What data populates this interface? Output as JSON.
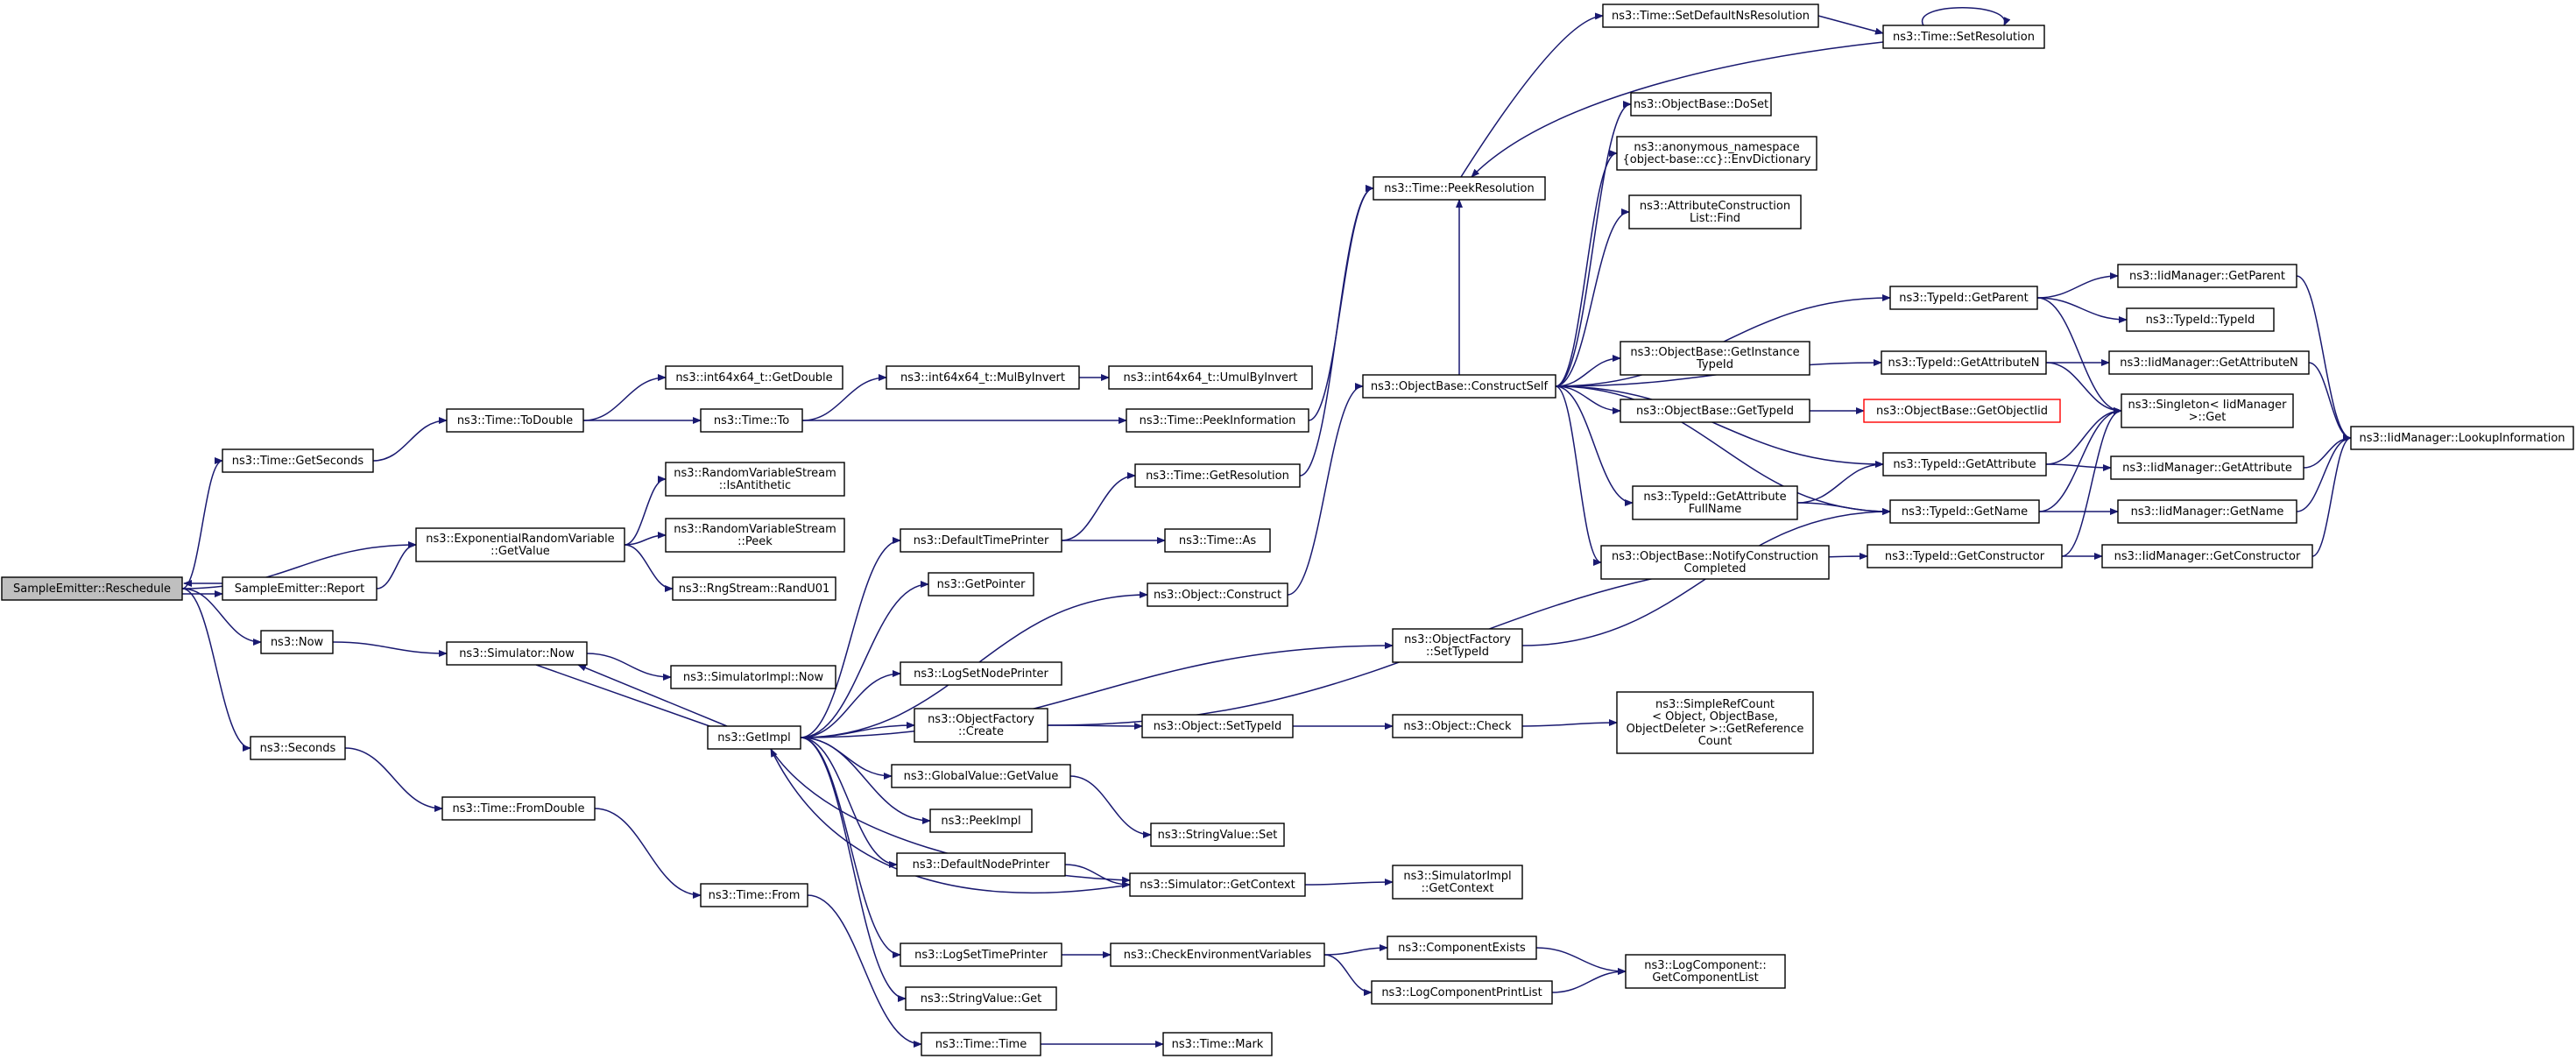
{
  "title": "",
  "diagram": {
    "nodes": [
      {
        "id": "n0",
        "lines": [
          "SampleEmitter::Reschedule"
        ],
        "root": true
      },
      {
        "id": "n1",
        "lines": [
          "SampleEmitter::Report"
        ]
      },
      {
        "id": "n2",
        "lines": [
          "ns3::Time::GetSeconds"
        ]
      },
      {
        "id": "n3",
        "lines": [
          "ns3::Now"
        ]
      },
      {
        "id": "n4",
        "lines": [
          "ns3::Seconds"
        ]
      },
      {
        "id": "n5",
        "lines": [
          "ns3::Time::ToDouble"
        ]
      },
      {
        "id": "n6",
        "lines": [
          "ns3::int64x64_t::GetDouble"
        ]
      },
      {
        "id": "n7",
        "lines": [
          "ns3::Time::To"
        ]
      },
      {
        "id": "n8",
        "lines": [
          "ns3::int64x64_t::MulByInvert"
        ]
      },
      {
        "id": "n9",
        "lines": [
          "ns3::int64x64_t::UmulByInvert"
        ]
      },
      {
        "id": "n10",
        "lines": [
          "ns3::Time::PeekInformation"
        ]
      },
      {
        "id": "n11",
        "lines": [
          "ns3::ExponentialRandomVariable",
          "::GetValue"
        ]
      },
      {
        "id": "n12",
        "lines": [
          "ns3::RandomVariableStream",
          "::IsAntithetic"
        ]
      },
      {
        "id": "n13",
        "lines": [
          "ns3::RandomVariableStream",
          "::Peek"
        ]
      },
      {
        "id": "n14",
        "lines": [
          "ns3::RngStream::RandU01"
        ]
      },
      {
        "id": "n15",
        "lines": [
          "ns3::Simulator::Now"
        ]
      },
      {
        "id": "n16",
        "lines": [
          "ns3::SimulatorImpl::Now"
        ]
      },
      {
        "id": "n17",
        "lines": [
          "ns3::GetImpl"
        ]
      },
      {
        "id": "n18",
        "lines": [
          "ns3::Time::FromDouble"
        ]
      },
      {
        "id": "n19",
        "lines": [
          "ns3::Time::From"
        ]
      },
      {
        "id": "n20",
        "lines": [
          "ns3::DefaultTimePrinter"
        ]
      },
      {
        "id": "n21",
        "lines": [
          "ns3::GetPointer"
        ]
      },
      {
        "id": "n22",
        "lines": [
          "ns3::LogSetNodePrinter"
        ]
      },
      {
        "id": "n23",
        "lines": [
          "ns3::ObjectFactory",
          "::Create"
        ]
      },
      {
        "id": "n24",
        "lines": [
          "ns3::GlobalValue::GetValue"
        ]
      },
      {
        "id": "n25",
        "lines": [
          "ns3::PeekImpl"
        ]
      },
      {
        "id": "n26",
        "lines": [
          "ns3::DefaultNodePrinter"
        ]
      },
      {
        "id": "n27",
        "lines": [
          "ns3::LogSetTimePrinter"
        ]
      },
      {
        "id": "n28",
        "lines": [
          "ns3::StringValue::Get"
        ]
      },
      {
        "id": "n29",
        "lines": [
          "ns3::Time::Time"
        ]
      },
      {
        "id": "n30",
        "lines": [
          "ns3::Time::GetResolution"
        ]
      },
      {
        "id": "n31",
        "lines": [
          "ns3::Time::As"
        ]
      },
      {
        "id": "n32",
        "lines": [
          "ns3::Object::Construct"
        ]
      },
      {
        "id": "n33",
        "lines": [
          "ns3::Object::SetTypeId"
        ]
      },
      {
        "id": "n34",
        "lines": [
          "ns3::StringValue::Set"
        ]
      },
      {
        "id": "n35",
        "lines": [
          "ns3::Simulator::GetContext"
        ]
      },
      {
        "id": "n36",
        "lines": [
          "ns3::CheckEnvironmentVariables"
        ]
      },
      {
        "id": "n37",
        "lines": [
          "ns3::Time::Mark"
        ]
      },
      {
        "id": "n38",
        "lines": [
          "ns3::Time::SetDefaultNsResolution"
        ]
      },
      {
        "id": "n39",
        "lines": [
          "ns3::Time::SetResolution"
        ]
      },
      {
        "id": "n40",
        "lines": [
          "ns3::Time::PeekResolution"
        ]
      },
      {
        "id": "n41",
        "lines": [
          "ns3::ObjectBase::ConstructSelf"
        ]
      },
      {
        "id": "n42",
        "lines": [
          "ns3::ObjectFactory",
          "::SetTypeId"
        ]
      },
      {
        "id": "n43",
        "lines": [
          "ns3::Object::Check"
        ]
      },
      {
        "id": "n44",
        "lines": [
          "ns3::SimulatorImpl",
          "::GetContext"
        ]
      },
      {
        "id": "n45",
        "lines": [
          "ns3::ComponentExists"
        ]
      },
      {
        "id": "n46",
        "lines": [
          "ns3::LogComponentPrintList"
        ]
      },
      {
        "id": "n47",
        "lines": [
          "ns3::ObjectBase::DoSet"
        ]
      },
      {
        "id": "n48",
        "lines": [
          "ns3::anonymous_namespace",
          "{object-base::cc}::EnvDictionary"
        ]
      },
      {
        "id": "n49",
        "lines": [
          "ns3::AttributeConstruction",
          "List::Find"
        ]
      },
      {
        "id": "n50",
        "lines": [
          "ns3::ObjectBase::GetInstance",
          "TypeId"
        ]
      },
      {
        "id": "n51",
        "lines": [
          "ns3::ObjectBase::GetTypeId"
        ]
      },
      {
        "id": "n52",
        "lines": [
          "ns3::TypeId::GetAttribute",
          "FullName"
        ]
      },
      {
        "id": "n53",
        "lines": [
          "ns3::ObjectBase::NotifyConstruction",
          "Completed"
        ]
      },
      {
        "id": "n54",
        "lines": [
          "ns3::SimpleRefCount",
          "< Object, ObjectBase,",
          "ObjectDeleter >::GetReference",
          "Count"
        ]
      },
      {
        "id": "n55",
        "lines": [
          "ns3::LogComponent::",
          "GetComponentList"
        ]
      },
      {
        "id": "n56",
        "lines": [
          "ns3::TypeId::GetParent"
        ]
      },
      {
        "id": "n57",
        "lines": [
          "ns3::TypeId::GetAttributeN"
        ]
      },
      {
        "id": "n58",
        "lines": [
          "ns3::ObjectBase::GetObjectIid"
        ],
        "missing": true
      },
      {
        "id": "n59",
        "lines": [
          "ns3::TypeId::GetAttribute"
        ]
      },
      {
        "id": "n60",
        "lines": [
          "ns3::TypeId::GetName"
        ]
      },
      {
        "id": "n61",
        "lines": [
          "ns3::TypeId::GetConstructor"
        ]
      },
      {
        "id": "n62",
        "lines": [
          "ns3::IidManager::GetParent"
        ]
      },
      {
        "id": "n63",
        "lines": [
          "ns3::TypeId::TypeId"
        ]
      },
      {
        "id": "n64",
        "lines": [
          "ns3::IidManager::GetAttributeN"
        ]
      },
      {
        "id": "n65",
        "lines": [
          "ns3::Singleton< IidManager",
          ">::Get"
        ]
      },
      {
        "id": "n66",
        "lines": [
          "ns3::IidManager::GetAttribute"
        ]
      },
      {
        "id": "n67",
        "lines": [
          "ns3::IidManager::GetName"
        ]
      },
      {
        "id": "n68",
        "lines": [
          "ns3::IidManager::GetConstructor"
        ]
      },
      {
        "id": "n69",
        "lines": [
          "ns3::IidManager::LookupInformation"
        ]
      }
    ],
    "edges": [
      [
        "n0",
        "n1"
      ],
      [
        "n1",
        "n0"
      ],
      [
        "n0",
        "n2"
      ],
      [
        "n0",
        "n11"
      ],
      [
        "n0",
        "n3"
      ],
      [
        "n0",
        "n4"
      ],
      [
        "n1",
        "n11"
      ],
      [
        "n2",
        "n5"
      ],
      [
        "n5",
        "n6"
      ],
      [
        "n5",
        "n7"
      ],
      [
        "n7",
        "n8"
      ],
      [
        "n8",
        "n9"
      ],
      [
        "n7",
        "n10"
      ],
      [
        "n10",
        "n40"
      ],
      [
        "n11",
        "n12"
      ],
      [
        "n11",
        "n13"
      ],
      [
        "n11",
        "n14"
      ],
      [
        "n3",
        "n15"
      ],
      [
        "n15",
        "n16"
      ],
      [
        "n15",
        "n17"
      ],
      [
        "n17",
        "n15"
      ],
      [
        "n4",
        "n18"
      ],
      [
        "n18",
        "n19"
      ],
      [
        "n19",
        "n29"
      ],
      [
        "n17",
        "n20"
      ],
      [
        "n17",
        "n21"
      ],
      [
        "n17",
        "n22"
      ],
      [
        "n17",
        "n23"
      ],
      [
        "n17",
        "n24"
      ],
      [
        "n17",
        "n25"
      ],
      [
        "n17",
        "n26"
      ],
      [
        "n17",
        "n27"
      ],
      [
        "n17",
        "n28"
      ],
      [
        "n17",
        "n32"
      ],
      [
        "n17",
        "n42"
      ],
      [
        "n17",
        "n35"
      ],
      [
        "n35",
        "n17"
      ],
      [
        "n20",
        "n30"
      ],
      [
        "n20",
        "n31"
      ],
      [
        "n30",
        "n40"
      ],
      [
        "n23",
        "n33"
      ],
      [
        "n23",
        "n61"
      ],
      [
        "n24",
        "n34"
      ],
      [
        "n26",
        "n35"
      ],
      [
        "n27",
        "n36"
      ],
      [
        "n29",
        "n37"
      ],
      [
        "n32",
        "n41"
      ],
      [
        "n33",
        "n43"
      ],
      [
        "n35",
        "n44"
      ],
      [
        "n36",
        "n45"
      ],
      [
        "n36",
        "n46"
      ],
      [
        "n38",
        "n39"
      ],
      [
        "n39",
        "n39"
      ],
      [
        "n39",
        "n40"
      ],
      [
        "n40",
        "n38"
      ],
      [
        "n41",
        "n47"
      ],
      [
        "n41",
        "n48"
      ],
      [
        "n41",
        "n49"
      ],
      [
        "n41",
        "n50"
      ],
      [
        "n41",
        "n51"
      ],
      [
        "n41",
        "n52"
      ],
      [
        "n41",
        "n53"
      ],
      [
        "n41",
        "n56"
      ],
      [
        "n41",
        "n57"
      ],
      [
        "n41",
        "n59"
      ],
      [
        "n41",
        "n60"
      ],
      [
        "n41",
        "n40"
      ],
      [
        "n42",
        "n60"
      ],
      [
        "n43",
        "n54"
      ],
      [
        "n45",
        "n55"
      ],
      [
        "n46",
        "n55"
      ],
      [
        "n51",
        "n58"
      ],
      [
        "n52",
        "n59"
      ],
      [
        "n52",
        "n60"
      ],
      [
        "n56",
        "n62"
      ],
      [
        "n56",
        "n63"
      ],
      [
        "n56",
        "n65"
      ],
      [
        "n57",
        "n64"
      ],
      [
        "n57",
        "n65"
      ],
      [
        "n59",
        "n66"
      ],
      [
        "n59",
        "n65"
      ],
      [
        "n60",
        "n67"
      ],
      [
        "n60",
        "n65"
      ],
      [
        "n61",
        "n68"
      ],
      [
        "n61",
        "n65"
      ],
      [
        "n62",
        "n69"
      ],
      [
        "n64",
        "n69"
      ],
      [
        "n66",
        "n69"
      ],
      [
        "n67",
        "n69"
      ],
      [
        "n68",
        "n69"
      ]
    ]
  }
}
